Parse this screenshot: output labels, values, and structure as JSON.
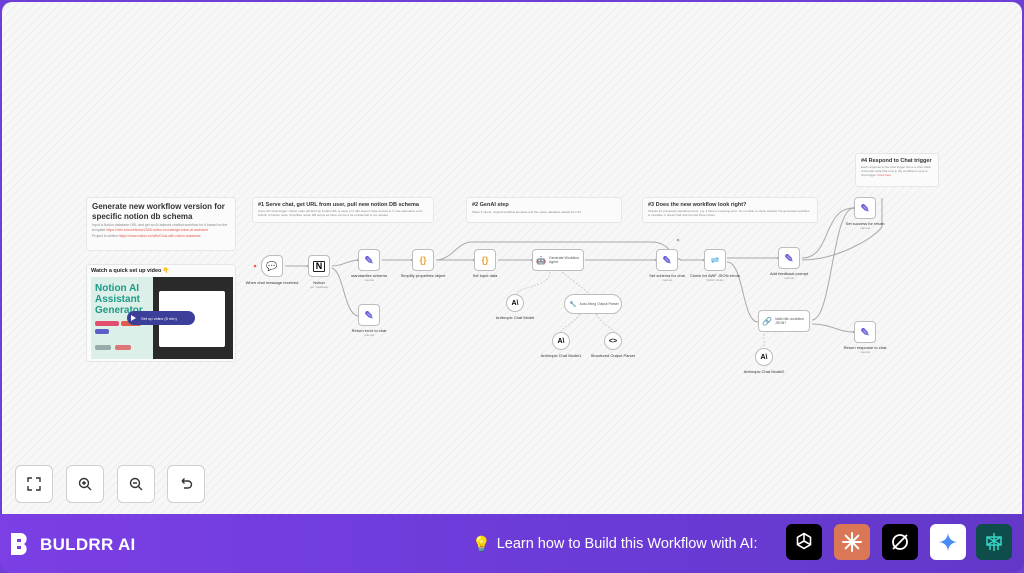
{
  "sticky_notes": {
    "main": {
      "title": "Generate new workflow version for specific notion db schema",
      "body": "Input a Notion database URL and get an AI-tailored chatbot workflow for it based on the template",
      "link": "https://n8n.io/workflows/2328-notion-knowledge-base-ai-assistant",
      "project_prefix": "Project is written",
      "project_link": "https://www.notion.so/n8n/Chat-with-notion-database"
    },
    "serve": {
      "title": "#1 Serve chat, get URL from user, pull new notion DB schema",
      "body": "Uses n8n Chat trigger. Notion node will fail if an invalid URL is used, or if n8n doesn't have access to it. Use alternative error branch of Notion node. Simplifies notion DB output as there can be a lot of data that is not needed"
    },
    "genai": {
      "title": "#2 GenAI step",
      "body": "Takes 3 inputs: original workflow template and the notion database details from #1"
    },
    "check": {
      "title": "#3 Does the new workflow look right?",
      "body": "Checks for previously identified errors, e.g. if there's a parsing error. It's not able to check whether the generated workflow is runnable. It doesn't fail until the last three retries"
    },
    "respond": {
      "title": "#4 Respond to Chat trigger",
      "body": "Each response to the chat trigger forms a chat. Data of the last node that runs in the workflow is sent to chat trigger.",
      "link": "Docs here"
    }
  },
  "video": {
    "title": "Watch a quick set up video 👇",
    "thumb_title": "Notion AI Assistant Generator",
    "play_label": "Set up video (5 min)"
  },
  "nodes": {
    "chat_trigger": {
      "label": "When chat message received"
    },
    "notion": {
      "label": "Notion",
      "sub": "get: database"
    },
    "standardize": {
      "label": "standardize schema",
      "sub": "manual"
    },
    "simplify": {
      "label": "Simplify properties object"
    },
    "return_error": {
      "label": "Return error to chat",
      "sub": "manual"
    },
    "set_input": {
      "label": "Set input data"
    },
    "agent": {
      "label": "Generate Workflow Agent"
    },
    "anthropic1": {
      "label": "Anthropic Chat Model"
    },
    "autofix": {
      "label": "Auto-fixing Output Parser"
    },
    "anthropic2": {
      "label": "Anthropic Chat Model1"
    },
    "structured": {
      "label": "Structured Output Parser"
    },
    "set_schema": {
      "label": "Set schema for chat",
      "sub": "manual"
    },
    "check_error": {
      "label": "Check for AWF JSON errors",
      "sub": "Switch Rules"
    },
    "add_feedback": {
      "label": "Add feedback prompt",
      "sub": "manual"
    },
    "valid_json": {
      "label": "Valid n8n workflow JSON?"
    },
    "anthropic3": {
      "label": "Anthropic Chat Model2"
    },
    "return_response": {
      "label": "Return response to chat",
      "sub": "manual"
    },
    "set_success": {
      "label": "Set success for return",
      "sub": "manual"
    }
  },
  "controls": {
    "fit_icon": "fit-view-icon",
    "zoom_in_icon": "zoom-in-icon",
    "zoom_out_icon": "zoom-out-icon",
    "reset_icon": "reset-zoom-icon"
  },
  "footer": {
    "brand": "BULDRR AI",
    "learn_text": "Learn how to Build this Workflow with AI:",
    "ai_tools": [
      {
        "name": "chatgpt-icon",
        "bg": "#000000"
      },
      {
        "name": "claude-icon",
        "bg": "#d97757"
      },
      {
        "name": "perplexity-icon",
        "bg": "#000000"
      },
      {
        "name": "gemini-icon",
        "bg": "#ffffff"
      },
      {
        "name": "perplexity-alt-icon",
        "bg": "#0f4d4a"
      }
    ]
  },
  "colors": {
    "accent": "#6c63d9",
    "footer_bg": "#6a3bd6",
    "link": "#e5584f"
  }
}
